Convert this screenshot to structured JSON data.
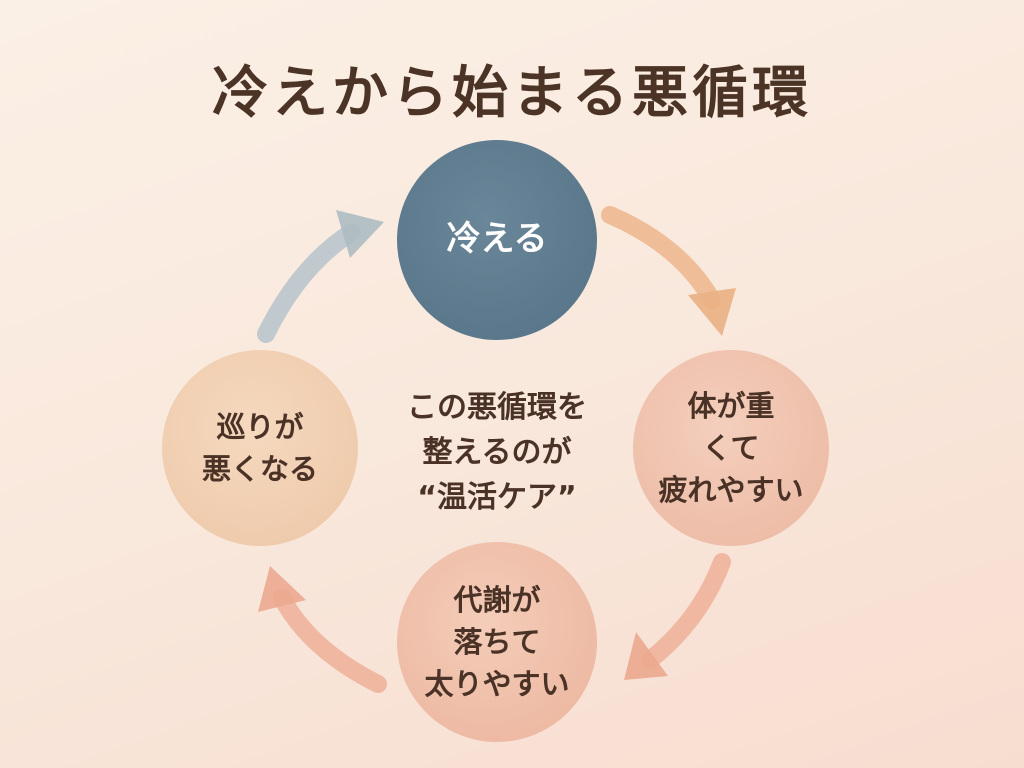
{
  "title": "冷えから始まる悪循環",
  "cycle": {
    "top": "冷える",
    "right": "体が重\nくて\n疲れやすい",
    "bottom": "代謝が\n落ちて\n太りやすい",
    "left": "巡りが\n悪くなる"
  },
  "center": "この悪循環を\n整えるのが\n“温活ケア”",
  "colors": {
    "top": "#5f7d91",
    "right": "#efc1ab",
    "bottom": "#efbda6",
    "left": "#f1d0b2",
    "text": "#4a3226"
  }
}
